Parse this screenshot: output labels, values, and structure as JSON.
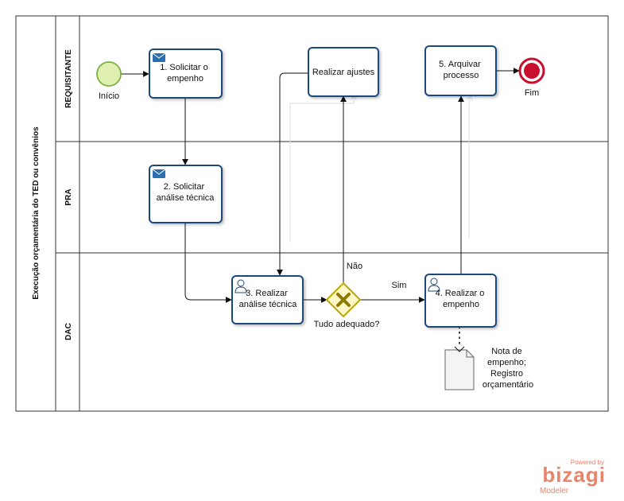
{
  "pool": {
    "title": "Execução orçamentária do TED ou convênios"
  },
  "lanes": [
    {
      "id": "requisitante",
      "title": "REQUISITANTE"
    },
    {
      "id": "pra",
      "title": "PRA"
    },
    {
      "id": "dac",
      "title": "DAC"
    }
  ],
  "events": {
    "start": {
      "label": "Início"
    },
    "end": {
      "label": "Fim"
    }
  },
  "tasks": {
    "t1": {
      "lines": [
        "1. Solicitar o",
        "empenho"
      ],
      "icon": "envelope-icon"
    },
    "t2": {
      "lines": [
        "2. Solicitar",
        "análise técnica"
      ],
      "icon": "envelope-icon"
    },
    "t3": {
      "lines": [
        "3. Realizar",
        "análise técnica"
      ],
      "icon": "user-icon"
    },
    "t4": {
      "lines": [
        "4. Realizar  o",
        "empenho"
      ],
      "icon": "user-icon"
    },
    "t5": {
      "lines": [
        "5. Arquivar",
        "processo"
      ],
      "icon": ""
    },
    "adj": {
      "lines": [
        "Realizar ajustes"
      ],
      "icon": ""
    }
  },
  "gateway": {
    "label": "Tudo adequado?",
    "yes_label": "Sim",
    "no_label": "Não"
  },
  "artifact": {
    "lines": [
      "Nota de",
      "empenho;",
      "Registro",
      "orçamentário"
    ]
  },
  "branding": {
    "powered": "Powered by",
    "name": "bizagi",
    "product": "Modeler"
  },
  "colors": {
    "task_border": "#1c4a7c",
    "start_fill": "#dff0b0",
    "start_stroke": "#7bb241",
    "end_fill": "#c8102e",
    "gateway_fill": "#fff7c8",
    "gateway_stroke": "#b8a800",
    "gateway_mark": "#8a7a00",
    "brand": "#e8836c"
  }
}
